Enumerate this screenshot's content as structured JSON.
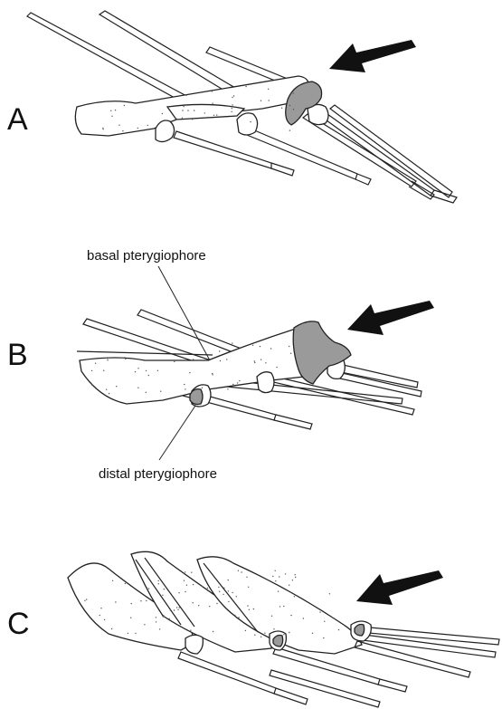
{
  "panels": [
    {
      "letter": "A"
    },
    {
      "letter": "B"
    },
    {
      "letter": "C"
    }
  ],
  "callouts": {
    "basal": "basal pterygiophore",
    "distal": "distal pterygiophore"
  },
  "colors": {
    "cartilage": "#9a9a9a",
    "line": "#222222",
    "arrow": "#111111"
  }
}
